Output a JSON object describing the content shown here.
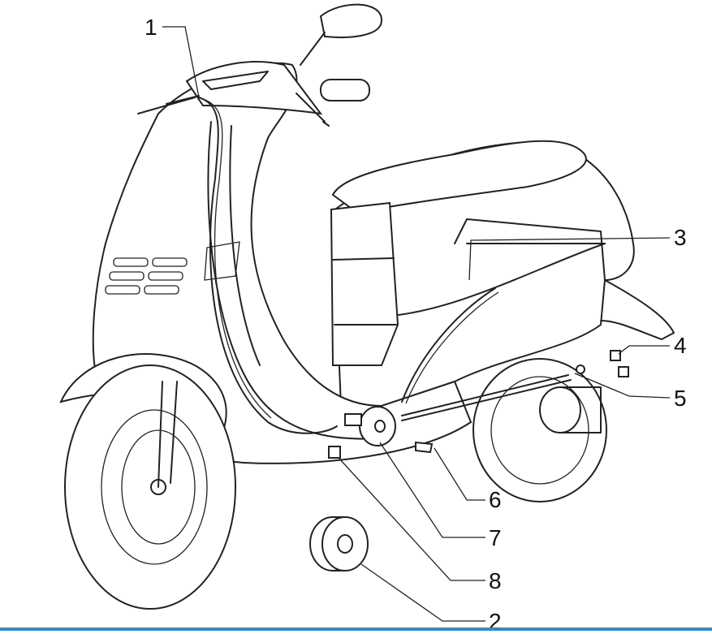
{
  "diagram": {
    "subject": "scooter",
    "callouts": [
      "1",
      "2",
      "3",
      "4",
      "5",
      "6",
      "7",
      "8"
    ]
  },
  "colors": {
    "line": "#222222",
    "bottom_rule": "#3a87c0"
  }
}
